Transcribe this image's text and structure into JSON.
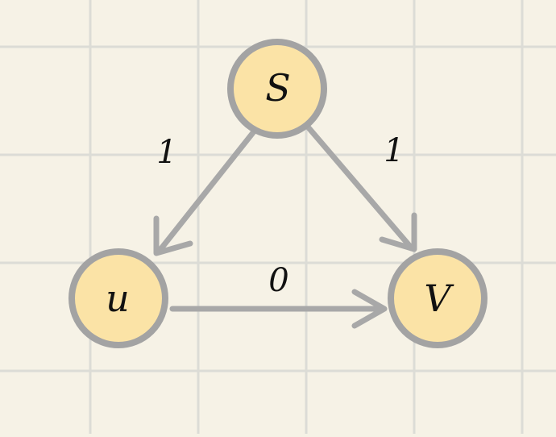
{
  "colors": {
    "background": "#f6f2e6",
    "grid": "#dcdcd6",
    "node_fill": "#fbe3a6",
    "node_stroke": "#a3a3a3",
    "edge": "#a8a8a8",
    "text": "#111111"
  },
  "nodes": {
    "s": {
      "label": "S"
    },
    "u": {
      "label": "u"
    },
    "v": {
      "label": "V"
    }
  },
  "edges": {
    "s_to_u": {
      "from": "S",
      "to": "u",
      "weight": "1"
    },
    "s_to_v": {
      "from": "S",
      "to": "V",
      "weight": "1"
    },
    "u_to_v": {
      "from": "u",
      "to": "V",
      "weight": "0"
    }
  }
}
